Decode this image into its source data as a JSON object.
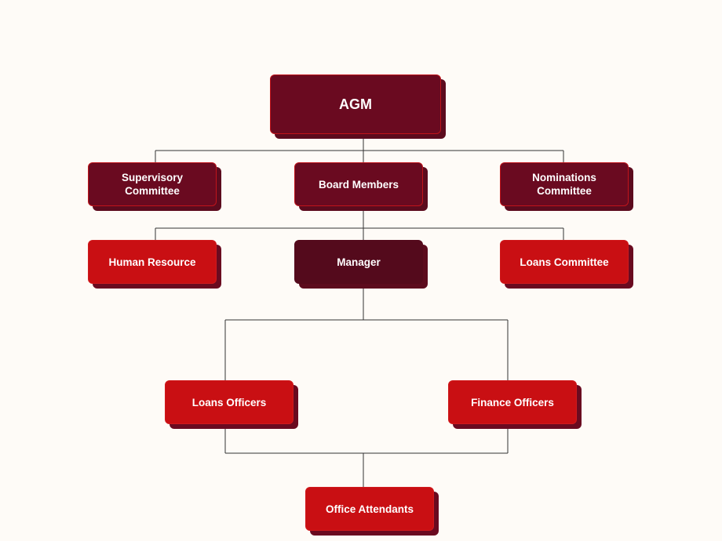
{
  "colors": {
    "background": "#fefbf7",
    "dark_box": "#6a0a20",
    "manager_box": "#540a1c",
    "red_box": "#c90f13",
    "shadow": "#5c0b1e",
    "connector": "#333333",
    "text": "#ffffff"
  },
  "nodes": {
    "agm": "AGM",
    "supervisory": "Supervisory Committee",
    "board": "Board Members",
    "nominations": "Nominations Committee",
    "hr": "Human Resource",
    "manager": "Manager",
    "loans_committee": "Loans Committee",
    "loans_officers": "Loans Officers",
    "finance_officers": "Finance Officers",
    "office_attendants": "Office Attendants"
  }
}
